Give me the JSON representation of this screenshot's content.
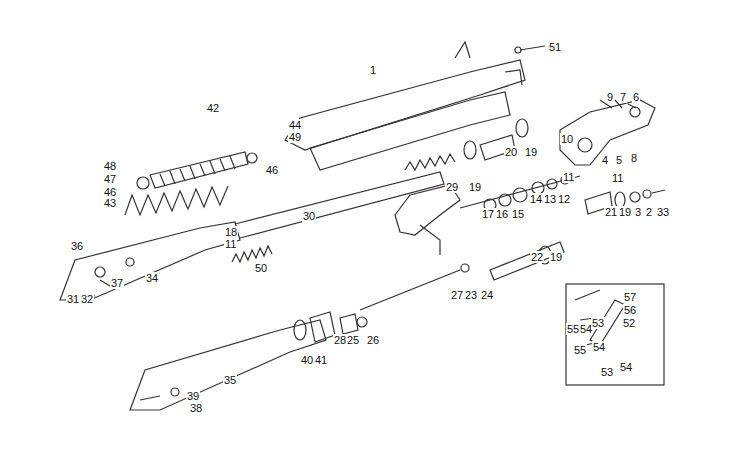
{
  "diagram": {
    "labels": [
      "51",
      "1",
      "44",
      "49",
      "46",
      "42",
      "48",
      "47",
      "46",
      "43",
      "29",
      "19",
      "20",
      "19",
      "9",
      "7",
      "6",
      "10",
      "4",
      "5",
      "8",
      "30",
      "11",
      "11",
      "17",
      "16",
      "15",
      "14",
      "13",
      "12",
      "18",
      "11",
      "36",
      "50",
      "21",
      "19",
      "3",
      "2",
      "33",
      "22",
      "19",
      "31",
      "32",
      "37",
      "34",
      "27",
      "23",
      "24",
      "57",
      "56",
      "52",
      "55",
      "54",
      "53",
      "55",
      "54",
      "53",
      "54",
      "28",
      "25",
      "26",
      "40",
      "41",
      "35",
      "39",
      "38"
    ]
  }
}
